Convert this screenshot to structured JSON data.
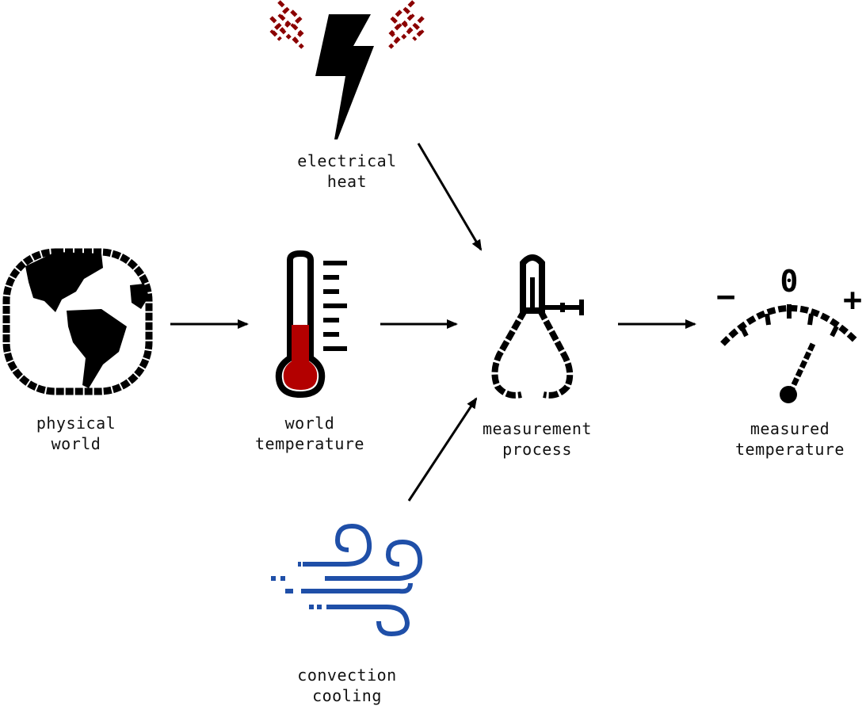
{
  "nodes": {
    "electrical_heat": {
      "line1": "electrical",
      "line2": "heat",
      "icon": "lightning-bolt-icon"
    },
    "physical_world": {
      "line1": "physical",
      "line2": "world",
      "icon": "globe-icon"
    },
    "world_temperature": {
      "line1": "world",
      "line2": "temperature",
      "icon": "thermometer-icon"
    },
    "measurement_process": {
      "line1": "measurement",
      "line2": "process",
      "icon": "caliper-icon"
    },
    "measured_temperature": {
      "line1": "measured",
      "line2": "temperature",
      "icon": "gauge-dial-icon"
    },
    "convection_cooling": {
      "line1": "convection",
      "line2": "cooling",
      "icon": "wind-icon"
    }
  },
  "gauge": {
    "minus_label": "−",
    "zero_label": "0",
    "plus_label": "+"
  },
  "edges": [
    {
      "from": "physical_world",
      "to": "world_temperature"
    },
    {
      "from": "world_temperature",
      "to": "measurement_process"
    },
    {
      "from": "electrical_heat",
      "to": "measurement_process"
    },
    {
      "from": "convection_cooling",
      "to": "measurement_process"
    },
    {
      "from": "measurement_process",
      "to": "measured_temperature"
    }
  ],
  "colors": {
    "ink": "#000000",
    "heat": "#8b0000",
    "thermometer_fill": "#b30000",
    "wind": "#1f4fa8"
  }
}
